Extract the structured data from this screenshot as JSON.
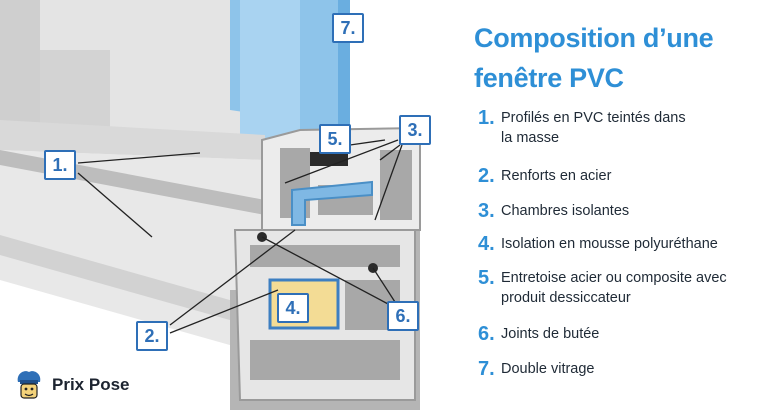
{
  "title": "Composition d’une fenêtre PVC",
  "callouts": {
    "c1": "1.",
    "c2": "2.",
    "c3": "3.",
    "c4": "4.",
    "c5": "5.",
    "c6": "6.",
    "c7": "7."
  },
  "legend": [
    {
      "num": "1.",
      "text": "Profilés en PVC teintés dans la masse"
    },
    {
      "num": "2.",
      "text": "Renforts en acier"
    },
    {
      "num": "3.",
      "text": "Chambres isolantes"
    },
    {
      "num": "4.",
      "text": "Isolation en mousse polyuréthane"
    },
    {
      "num": "5.",
      "text": "Entretoise acier ou composite avec produit dessiccateur"
    },
    {
      "num": "6.",
      "text": "Joints de butée"
    },
    {
      "num": "7.",
      "text": "Double vitrage"
    }
  ],
  "brand": {
    "name": "Prix Pose",
    "icon": "chef-mascot-icon"
  },
  "colors": {
    "accent": "#2e8fd6",
    "tag_border": "#2e6fb7",
    "glass": "#8ec4ea",
    "foam": "#f3dc95",
    "pvc": "#dcdcdc"
  }
}
